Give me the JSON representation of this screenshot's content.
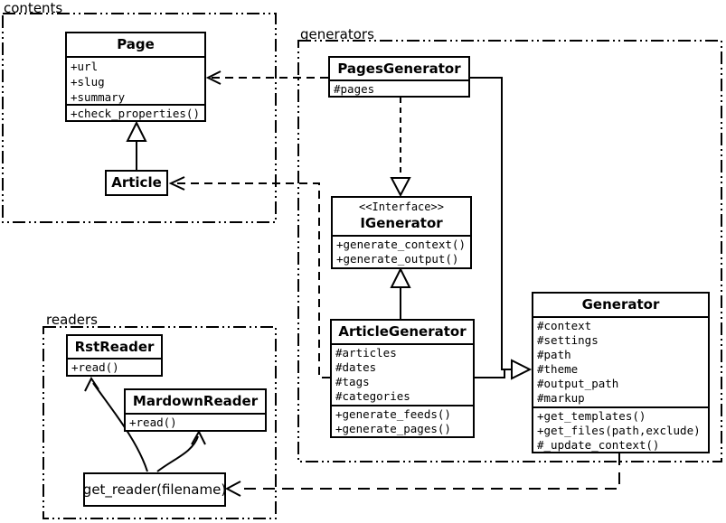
{
  "diagram": {
    "packages": {
      "contents": {
        "label": "contents"
      },
      "generators": {
        "label": "generators"
      },
      "readers": {
        "label": "readers"
      }
    },
    "classes": {
      "page": {
        "name": "Page",
        "attrs": [
          "+url",
          "+slug",
          "+summary"
        ],
        "methods": [
          "+check_properties()"
        ]
      },
      "article": {
        "name": "Article"
      },
      "pages_generator": {
        "name": "PagesGenerator",
        "attrs": [
          "#pages"
        ]
      },
      "igenerator": {
        "stereotype": "<<Interface>>",
        "name": "IGenerator",
        "methods": [
          "+generate_context()",
          "+generate_output()"
        ]
      },
      "article_generator": {
        "name": "ArticleGenerator",
        "attrs": [
          "#articles",
          "#dates",
          "#tags",
          "#categories"
        ],
        "methods": [
          "+generate_feeds()",
          "+generate_pages()"
        ]
      },
      "generator": {
        "name": "Generator",
        "attrs": [
          "#context",
          "#settings",
          "#path",
          "#theme",
          "#output_path",
          "#markup"
        ],
        "methods": [
          "+get_templates()",
          "+get_files(path,exclude)",
          "#_update_context()"
        ]
      },
      "rst_reader": {
        "name": "RstReader",
        "methods": [
          "+read()"
        ]
      },
      "mardown_reader": {
        "name": "MardownReader",
        "methods": [
          "+read()"
        ]
      },
      "get_reader": {
        "name": "get_reader(filename)"
      }
    },
    "line_color": "#000000",
    "background": "#ffffff"
  }
}
